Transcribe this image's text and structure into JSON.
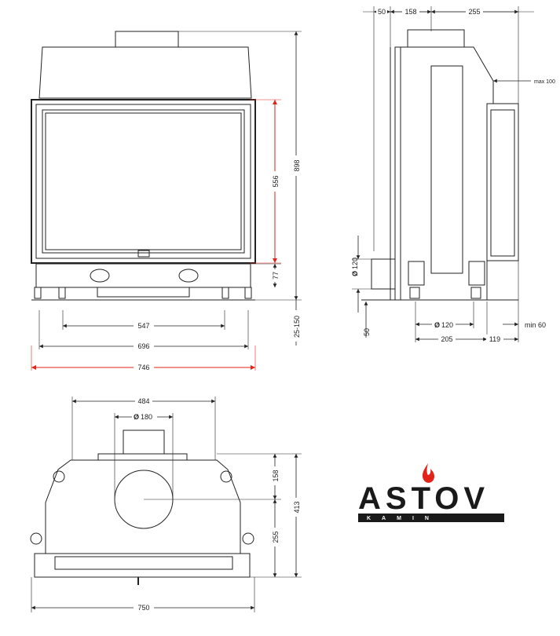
{
  "front_view": {
    "dims": {
      "w547": "547",
      "w696": "696",
      "w746": "746",
      "h556": "556",
      "h898": "898",
      "h77": "77",
      "h25_150": "25-150"
    }
  },
  "side_view": {
    "dims": {
      "t50": "50",
      "t158": "158",
      "t255": "255",
      "max100": "max 100",
      "d120_left": "120",
      "b50": "50",
      "d120_bottom": "120",
      "min60": "min 60",
      "b205": "205",
      "b119": "119"
    }
  },
  "top_view": {
    "dims": {
      "w484": "484",
      "d180": "180",
      "h158": "158",
      "h413": "413",
      "h255": "255",
      "w750": "750"
    }
  },
  "logo": {
    "brand": "ASTOV",
    "sub": "KAMIN",
    "flame_color": "#e2231a"
  },
  "colors": {
    "red_dimension": "#e2231a",
    "line": "#222222"
  }
}
